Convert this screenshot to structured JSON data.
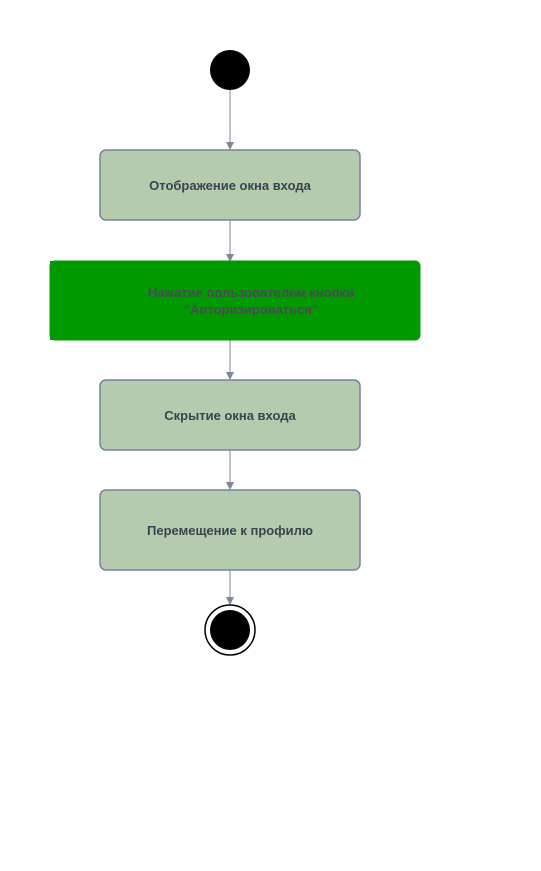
{
  "diagram": {
    "type": "activity-diagram",
    "colors": {
      "action_fill": "#b4cbad",
      "action_stroke": "#73849a",
      "highlight_fill": "#009900",
      "highlight_stroke": "#009900",
      "text": "#3a4352",
      "highlight_text": "#4a4a55",
      "connector": "#7b8899",
      "start_fill": "#000000"
    },
    "nodes": [
      {
        "id": "start",
        "kind": "initial-node"
      },
      {
        "id": "show-login",
        "kind": "action",
        "label": "Отображение окна входа"
      },
      {
        "id": "press-authorize",
        "kind": "action-highlighted",
        "label_line1": "Нажатие пользователем кнопки",
        "label_line2": "\"Авторизироваться\""
      },
      {
        "id": "hide-login",
        "kind": "action",
        "label": "Скрытие окна входа"
      },
      {
        "id": "go-profile",
        "kind": "action",
        "label": "Перемещение к профилю"
      },
      {
        "id": "end",
        "kind": "final-node"
      }
    ],
    "edges": [
      {
        "from": "start",
        "to": "show-login"
      },
      {
        "from": "show-login",
        "to": "press-authorize"
      },
      {
        "from": "press-authorize",
        "to": "hide-login"
      },
      {
        "from": "hide-login",
        "to": "go-profile"
      },
      {
        "from": "go-profile",
        "to": "end"
      }
    ]
  }
}
